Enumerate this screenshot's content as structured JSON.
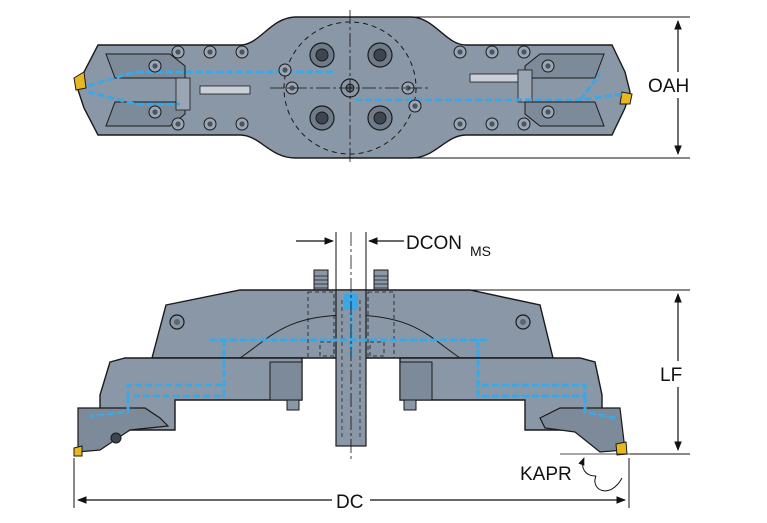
{
  "drawing": {
    "colors": {
      "body": "#8a97a6",
      "body_dark": "#6e7b8a",
      "outline": "#1a1a1a",
      "coolant": "#3aa8e6",
      "insert": "#e8b820",
      "line": "#111111"
    },
    "dimensions": {
      "oah": "OAH",
      "lf": "LF",
      "dc": "DC",
      "kapr": "KAPR",
      "dcon_main": "DCON",
      "dcon_sub": "MS"
    }
  }
}
